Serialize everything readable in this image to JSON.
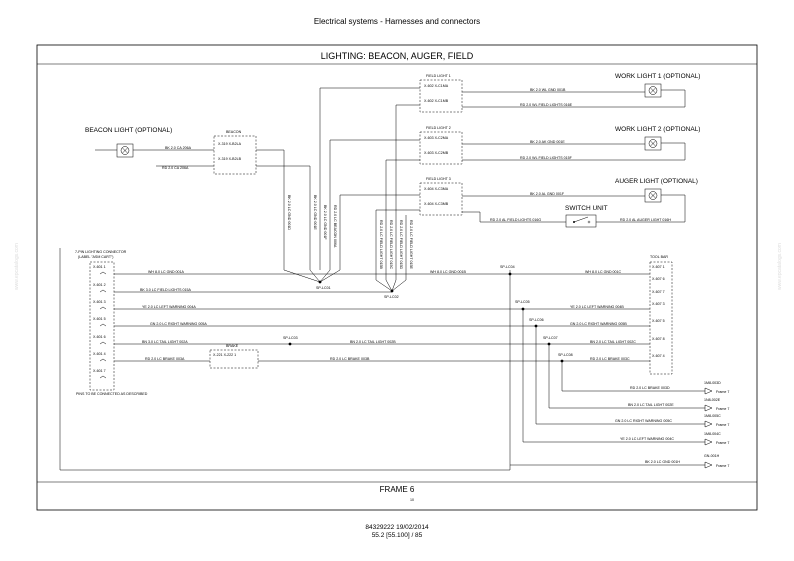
{
  "header": {
    "title": "Electrical systems - Harnesses and connectors"
  },
  "footer": {
    "doc_number": "84329222 19/02/2014",
    "page_ref": "55.2 [55.100] / 85"
  },
  "watermark": {
    "left": "www.epcatalogs.com",
    "right": "www.epcatalogs.com"
  },
  "diagram": {
    "title": "LIGHTING: BEACON, AUGER, FIELD",
    "frame_label": "FRAME 6",
    "frame_small": "10",
    "lights": {
      "beacon": "BEACON LIGHT (OPTIONAL)",
      "work1": "WORK LIGHT 1 (OPTIONAL)",
      "work2": "WORK LIGHT 2 (OPTIONAL)",
      "auger": "AUGER LIGHT (OPTIONAL)",
      "switch": "SWITCH UNIT"
    },
    "connectors": {
      "beacon_box": "BEACON",
      "beacon_a": "X-319  X-B2LA",
      "beacon_b": "X-319  X-B2LB",
      "field1": "FIELD LIGHT 1",
      "field1_a": "X-602  X-C1MA",
      "field1_b": "X-602  X-C1MB",
      "field2": "FIELD LIGHT 2",
      "field2_a": "X-603  X-C2MA",
      "field2_b": "X-603  X-C2MB",
      "field3": "FIELD LIGHT 3",
      "field3_a": "X-604  X-C3MA",
      "field3_b": "X-604  X-C3MB",
      "pin7_title": "7-PIN LIGHTING CONNECTOR",
      "pin7_sub": "(LABEL \"ASM CART\")",
      "pin7_pins": [
        "X-601 1",
        "X-601 2",
        "X-601 3",
        "X-601 5",
        "X-601 6",
        "X-601 4",
        "X-601 7"
      ],
      "pin7_note": "PINS TO BE CONNECTED AS DESCRIBED",
      "brake": "BRAKE",
      "brake_conn": "X-221  X-222 1",
      "toolbar": "TOOL BAR",
      "toolbar_pins": [
        "X-607 1",
        "X-607 6",
        "X-607 7",
        "X-607 3",
        "X-607 5",
        "X-607 8",
        "X-607 4"
      ]
    },
    "splices": [
      "SP-LC01",
      "SP-LC02",
      "SP-LC03",
      "SP-LC04",
      "SP-LC05",
      "SP-LC06",
      "SP-LC07",
      "SP-LC08"
    ],
    "wires": {
      "beacon_bk": "BK 2.0 CA 206A",
      "beacon_rd": "RD 2.0 CA 206A",
      "w1_bk": "BK 2.0 WL GND 001B",
      "w1_rd": "RD 2.0 WL FIELD LIGHTS 016E",
      "w2_bk": "BK 2.0 AK GND 001E",
      "w2_rd": "RD 2.0 WL FIELD LIGHTS 015F",
      "aug_bk": "BK 2.0 AL GND 001F",
      "aug_rd1": "RD 2.0 AL FIELD LIGHTS 016G",
      "aug_rd2": "RD 2.0 AL AUGER LIGHT 016H",
      "gnd_left": "WH 8.0 LC GND 001A",
      "gnd_mid": "WH 8.0 LC GND 001B",
      "gnd_right": "WH 8.0 LC GND 001C",
      "field_lights": "BK 3.0 LC FIELD LIGHTS 015A",
      "ye_left": "YE 2.0 LC LEFT WARNING 004A",
      "ye_right": "YE 2.0 LC LEFT WARNING 004B",
      "gn_left": "GN 2.0 LC RIGHT WARNING 005A",
      "gn_right": "GN 2.0 LC RIGHT WARNING 005B",
      "tail_left": "BN 3.0 LC TAIL LIGHT 002A",
      "tail_mid": "BN 2.0 LC TAIL LIGHT 002B",
      "tail_right": "BN 2.0 LC TAIL LIGHT 002C",
      "brake_left": "RD 2.0 LC BRAKE 003A",
      "brake_mid": "RD 2.0 LC BRAKE 003B",
      "brake_right": "RD 2.0 LC BRAKE 003C",
      "vert1": "BK 2.0 LC GND 001D",
      "vert2": "BK 2.0 LC GND 001E",
      "vert3": "BK 2.0 LC GND 001F",
      "vert4": "RD 2.0 LC BEACON 006A",
      "vert5": "RD 2.0 LC FIELD LIGHT 015B",
      "vert6": "RD 2.0 LC FIELD LIGHT 015C",
      "vert7": "RD 2.0 LC FIELD LIGHT 015D",
      "vert8": "RD 2.0 LC FIELD LIGHT 015E"
    },
    "outputs": [
      {
        "wire": "RD 2.0 LC BRAKE 003D",
        "tag": "1M8-003D",
        "frame": "Frame 7"
      },
      {
        "wire": "BN 2.0 LC TAIL LIGHT 002E",
        "tag": "1N8-002E",
        "frame": "Frame 7"
      },
      {
        "wire": "GN 2.0 LC RIGHT WARNING 005C",
        "tag": "1M8-005C",
        "frame": "Frame 7"
      },
      {
        "wire": "YE 2.0 LC LEFT WARNING 004C",
        "tag": "1M8-004C",
        "frame": "Frame 7"
      },
      {
        "wire": "BK 2.0 LC GND 001H",
        "tag": "GN-001H",
        "frame": "Frame 7"
      }
    ]
  }
}
